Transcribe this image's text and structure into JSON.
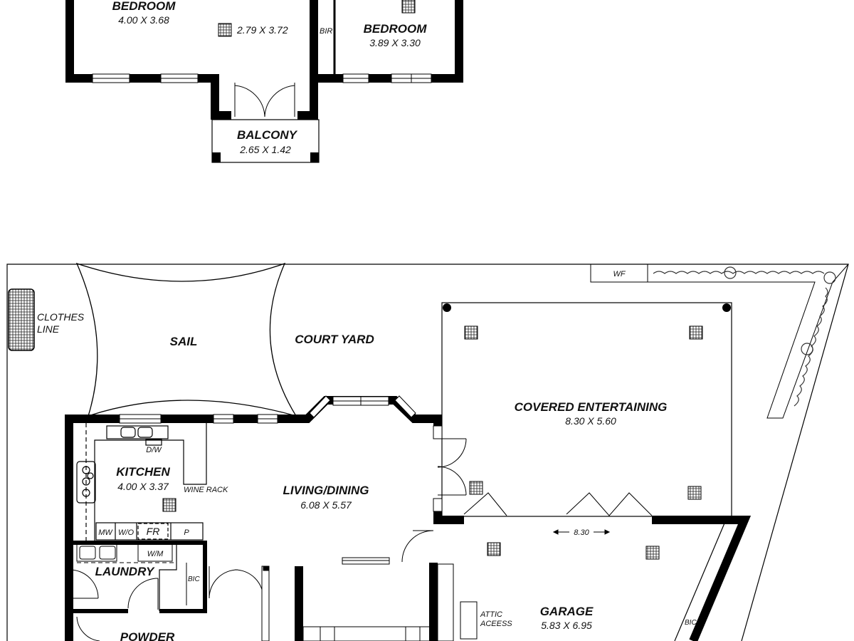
{
  "upper_floor": {
    "bedroom_1": {
      "name": "BEDROOM",
      "dims": "4.00 X 3.68"
    },
    "ensuite_dims": "2.79 X 3.72",
    "bir": "BIR",
    "bedroom_2": {
      "name": "BEDROOM",
      "dims": "3.89 X 3.30"
    },
    "balcony": {
      "name": "BALCONY",
      "dims": "2.65 X 1.42"
    }
  },
  "ground_floor": {
    "clothes_line": [
      "CLOTHES",
      "LINE"
    ],
    "sail": "SAIL",
    "court_yard": "COURT YARD",
    "wf": "WF",
    "covered_entertaining": {
      "name": "COVERED ENTERTAINING",
      "dims": "8.30 X 5.60"
    },
    "kitchen": {
      "name": "KITCHEN",
      "dims": "4.00 X 3.37"
    },
    "dw": "D/W",
    "wine_rack": "WINE RACK",
    "living_dining": {
      "name": "LIVING/DINING",
      "dims": "6.08 X 5.57"
    },
    "mw": "MW",
    "wo": "W/O",
    "fr": "FR",
    "p": "P",
    "wm": "W/M",
    "laundry": "LAUNDRY",
    "bic_laundry": "BIC",
    "powder": "POWDER",
    "garage": {
      "name": "GARAGE",
      "dims": "5.83 X 6.95"
    },
    "garage_width": "8.30",
    "attic": [
      "ATTIC",
      "ACEESS"
    ],
    "bic_garage": "BIC"
  }
}
